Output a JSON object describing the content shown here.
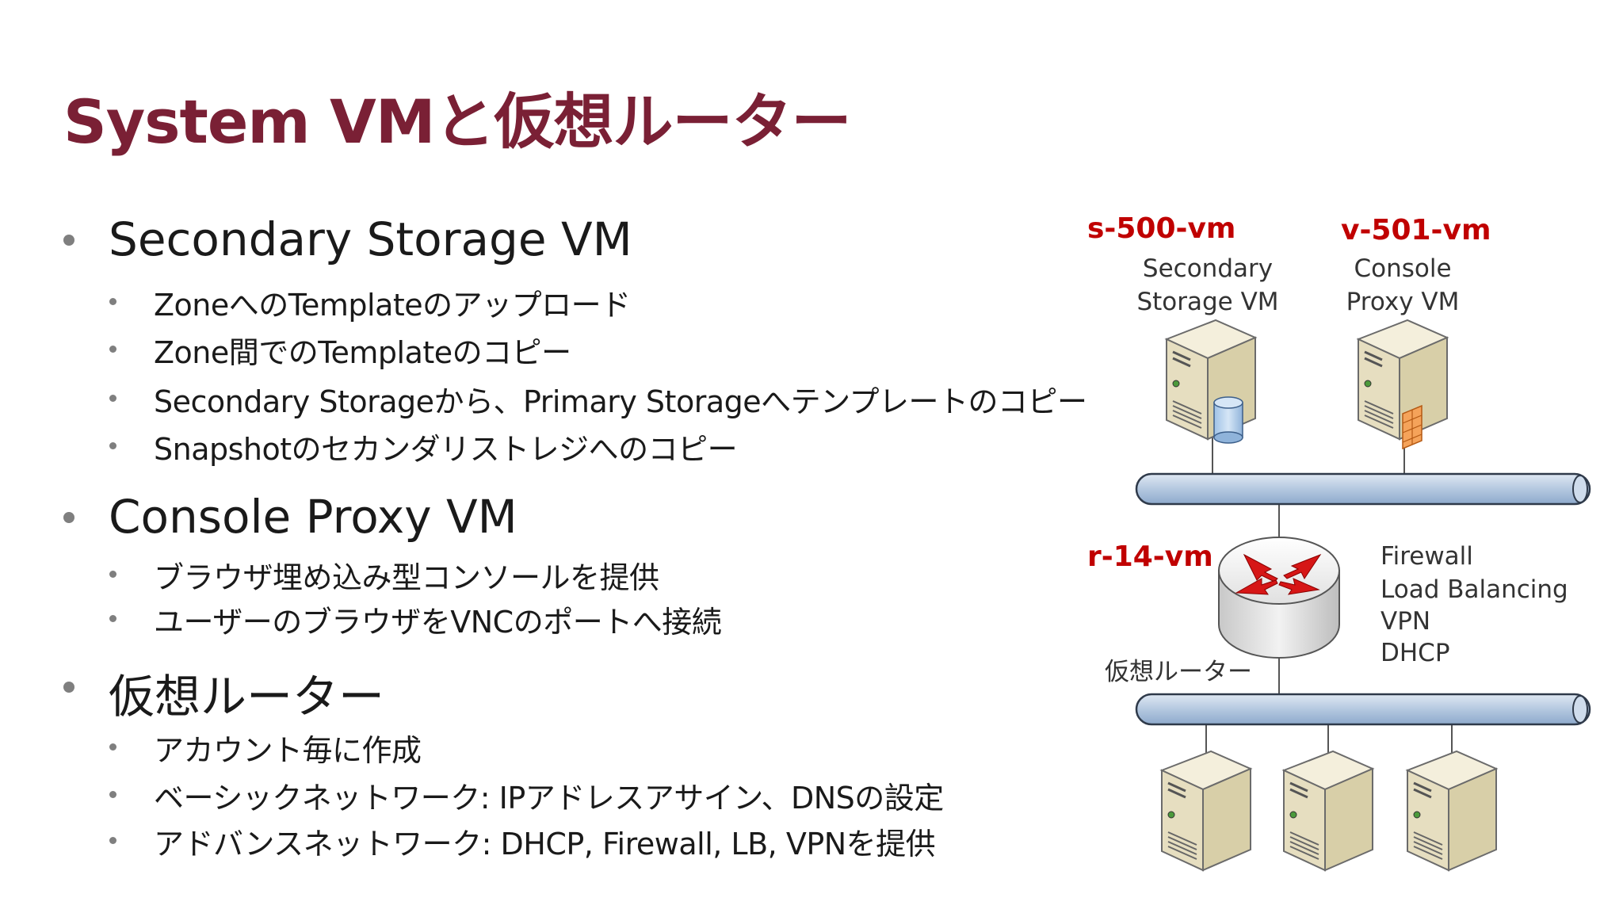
{
  "title": "System VMと仮想ルーター",
  "sections": [
    {
      "heading": "Secondary Storage VM",
      "items": [
        "ZoneへのTemplateのアップロード",
        "Zone間でのTemplateのコピー",
        "Secondary Storageから、Primary Storageへテンプレートのコピー",
        "Snapshotのセカンダリストレジへのコピー"
      ]
    },
    {
      "heading": "Console Proxy VM",
      "items": [
        "ブラウザ埋め込み型コンソールを提供",
        "ユーザーのブラウザをVNCのポートへ接続"
      ]
    },
    {
      "heading": "仮想ルーター",
      "items": [
        "アカウント毎に作成",
        "ベーシックネットワーク: IPアドレスアサイン、DNSの設定",
        "アドバンスネットワーク: DHCP, Firewall, LB, VPNを提供"
      ]
    }
  ],
  "diagram": {
    "storage_vm": {
      "id": "s-500-vm",
      "name_line1": "Secondary",
      "name_line2": "Storage VM"
    },
    "console_vm": {
      "id": "v-501-vm",
      "name_line1": "Console",
      "name_line2": "Proxy VM"
    },
    "router": {
      "id": "r-14-vm",
      "label": "仮想ルーター"
    },
    "router_features": [
      "Firewall",
      "Load Balancing",
      "VPN",
      "DHCP"
    ]
  },
  "colors": {
    "title": "#7a2035",
    "vm_id": "#c00000",
    "bus": "#b8cce4",
    "server_body": "#ece5cc"
  }
}
